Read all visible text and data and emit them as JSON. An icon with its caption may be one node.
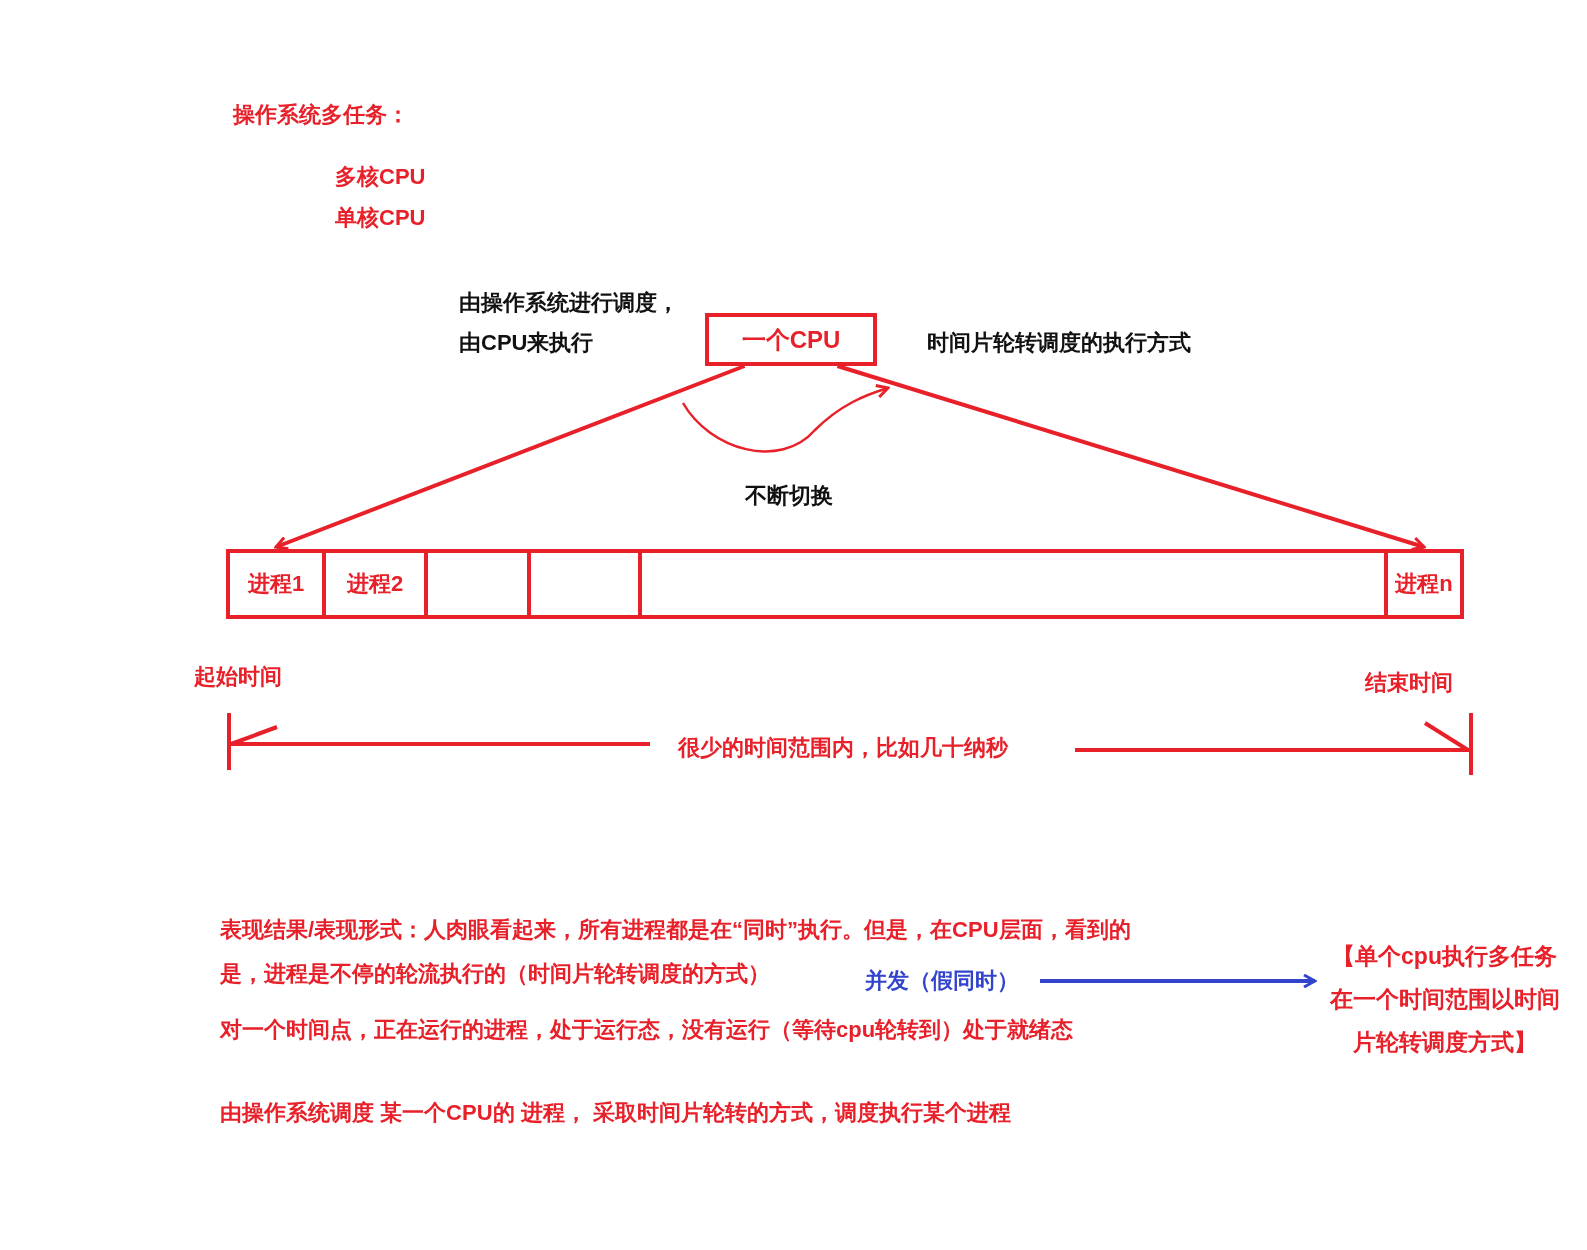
{
  "diagram": {
    "nodes": [
      {
        "text": [
          "一个CPU"
        ]
      },
      {
        "text": [
          "进程1"
        ]
      },
      {
        "text": [
          "进程2"
        ]
      },
      {
        "text": [],
        "shape": "box"
      },
      {
        "text": [],
        "shape": "box"
      },
      {
        "text": [],
        "shape": "box"
      },
      {
        "text": [
          "进程n"
        ]
      },
      {
        "text": [
          "并发（假同时）"
        ]
      },
      {
        "text": [
          "【单个cpu执行多任务在一个时间范围以时间片轮转调度方式】"
        ]
      }
    ],
    "edges": [
      {
        "from": 0,
        "to": 1,
        "arrow": "to"
      },
      {
        "from": 0,
        "to": 6,
        "arrow": "to"
      },
      {
        "from": 7,
        "to": 8,
        "arrow": "to",
        "color": "#3344cc"
      }
    ],
    "labels": [
      "操作系统多任务：",
      "多核CPU",
      "单核CPU",
      "由操作系统进行调度，由CPU来执行",
      "时间片轮转调度的执行方式",
      "不断切换",
      "起始时间",
      "结束时间",
      "很少的时间范围内，比如几十纳秒",
      "表现结果/表现形式：人肉眼看起来，所有进程都是在“同时”执行。但是，在CPU层面，看到的是，进程是不停的轮流执行的（时间片轮转调度的方式）",
      "对一个时间点，正在运行的进程，处于运行态，没有运行（等待cpu轮转到）处于就绪态",
      "由操作系统调度 某一个CPU的 进程， 采取时间片轮转的方式，调度执行某个进程"
    ]
  }
}
